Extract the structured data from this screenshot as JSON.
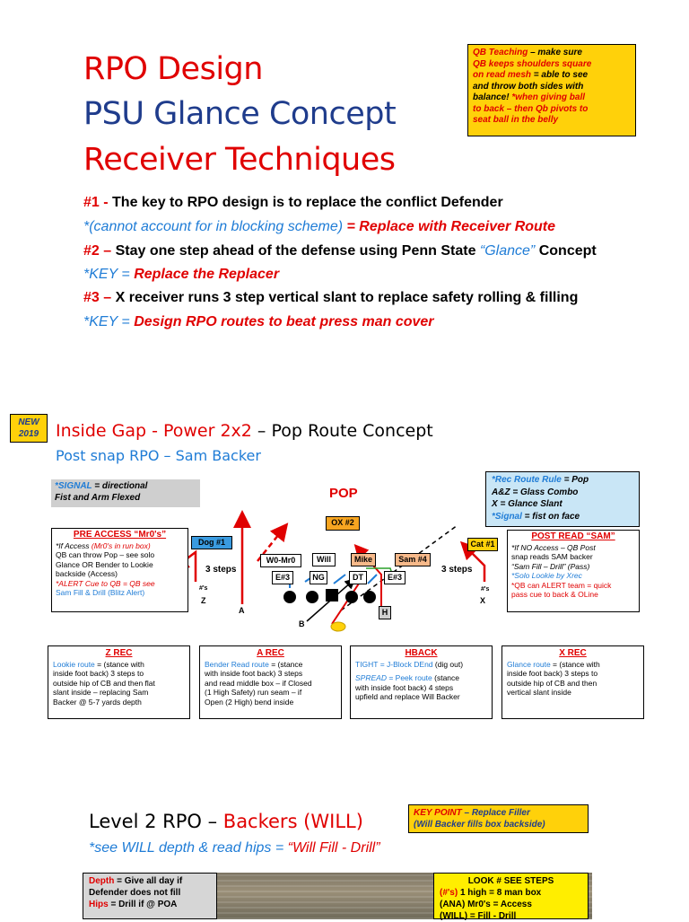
{
  "title": {
    "line1": "RPO Design",
    "line2": "PSU Glance Concept",
    "line3": "Receiver Techniques"
  },
  "qb_note": {
    "label": "QB Teaching",
    "t1": " – make sure",
    "t2": "QB keeps shoulders square",
    "t3a": "on read mesh",
    "t3b": " = able to see",
    "t4": "and throw both sides with",
    "t5a": "balance!",
    "t5b": "  *when giving ball",
    "t6": "to back – then Qb pivots to",
    "t7": "seat ball in the belly"
  },
  "points": {
    "p1_num": "#1 - ",
    "p1_text": "The key to RPO design is to replace the conflict Defender",
    "p1b_a": "*(cannot account for in blocking scheme)",
    "p1b_b": " = Replace with Receiver Route",
    "p2_num": "#2 – ",
    "p2_text": "Stay one step ahead of the defense using Penn State ",
    "p2_glance": "“Glance”",
    "p2_end": " Concept",
    "p2b_a": "*KEY = ",
    "p2b_b": "Replace the Replacer",
    "p3_num": "#3 – ",
    "p3_text": "X receiver runs 3 step vertical slant to replace safety rolling & filling",
    "p3b_a": "*KEY = ",
    "p3b_b": "Design RPO routes to beat press man cover"
  },
  "section2": {
    "badge1": "NEW",
    "badge2": "2019",
    "title_red": "Inside Gap - Power 2x2",
    "title_blk": " – Pop Route Concept",
    "subtitle": "Post snap RPO – Sam Backer"
  },
  "signal": {
    "a": "*SIGNAL",
    "b": " = directional",
    "c": "Fist and Arm Flexed"
  },
  "route_rule": {
    "l1a": "*Rec Route Rule",
    "l1b": " = Pop",
    "l2": "A&Z = Glass Combo",
    "l3": "X = Glance Slant",
    "l4a": "*Signal",
    "l4b": " = fist on face"
  },
  "diagram": {
    "pop": "POP",
    "ox2": "OX #2",
    "dog1": "Dog #1",
    "cat1": "Cat #1",
    "w0": "W0-Mr0",
    "will": "Will",
    "mike": "Mike",
    "sam4": "Sam #4",
    "e3l": "E#3",
    "ng": "NG",
    "dt": "DT",
    "e3r": "E#3",
    "steps_l": "3 steps",
    "steps_r": "3 steps",
    "hash_l": "#'s",
    "hash_r": "#'s",
    "z": "Z",
    "a": "A",
    "b": "B",
    "h": "H",
    "x": "X"
  },
  "pre_access": {
    "title": "PRE ACCESS “Mr0's”",
    "l1a": "*If Access",
    "l1b": "(Mr0's in run box)",
    "l2": "QB can throw Pop – see solo",
    "l3": "Glance OR Bender to Lookie",
    "l4": "backside (Access)",
    "l5": "*ALERT Cue to QB = QB see",
    "l6": "Sam Fill & Drill (Blitz Alert)"
  },
  "post_read": {
    "title": "POST READ “SAM”",
    "l1": "*If NO Access – QB Post",
    "l2": "snap reads SAM backer",
    "l3": "“Sam Fill – Drill” (Pass)",
    "l4": "*Solo Lookie by Xrec",
    "l5": "*QB can ALERT team = quick",
    "l6": "pass cue to back & OLine"
  },
  "recs": {
    "z": {
      "title": "Z REC",
      "l1a": "Lookie route",
      "l1b": " = (stance with",
      "l2": "inside foot back) 3 steps to",
      "l3": "outside hip of CB and then flat",
      "l4": "slant inside – replacing Sam",
      "l5": "Backer @ 5-7 yards depth"
    },
    "a": {
      "title": "A REC",
      "l1a": "Bender Read route",
      "l1b": " = (stance",
      "l2": "with inside foot back) 3 steps",
      "l3": "and read middle box – if Closed",
      "l4": "(1 High Safety) run seam – if",
      "l5": "Open (2 High) bend inside"
    },
    "h": {
      "title": "HBACK",
      "l1a": "TIGHT",
      "l1b": " = J-Block DEnd",
      "l1c": " (dig out)",
      "l2a": "SPREAD",
      "l2b": " = Peek route",
      "l2c": " (stance",
      "l3": "with inside foot back) 4 steps",
      "l4": "upfield and replace Will Backer"
    },
    "x": {
      "title": "X REC",
      "l1a": "Glance route",
      "l1b": " = (stance with",
      "l2": "inside foot back) 3 steps to",
      "l3": "outside hip of CB and then",
      "l4": "vertical slant inside"
    }
  },
  "section3": {
    "title_blk": "Level 2 RPO – ",
    "title_red": "Backers (WILL)",
    "sub_a": "*see WILL depth & read hips = ",
    "sub_b": "“Will Fill - Drill”",
    "key_a": "KEY POINT",
    "key_b": " – Replace Filler",
    "key_c": "(Will Backer fills box backside)"
  },
  "depth_box": {
    "l1a": "Depth",
    "l1b": " = Give all day if",
    "l2": "Defender does not fill",
    "l3a": "Hips",
    "l3b": " =  Drill if @ POA"
  },
  "look_box": {
    "title": "LOOK # SEE STEPS",
    "l1a": "(#'s)",
    "l1b": " 1 high = 8 man box",
    "l2": "(ANA) Mr0's = Access",
    "l3": "(WILL) = Fill - Drill"
  },
  "colors": {
    "red": "#e00000",
    "navy": "#1f3c8c",
    "blue": "#1f7cd6",
    "gold": "#ffd10a",
    "light_blue": "#c9e6f6",
    "gray": "#cfcfcf"
  }
}
